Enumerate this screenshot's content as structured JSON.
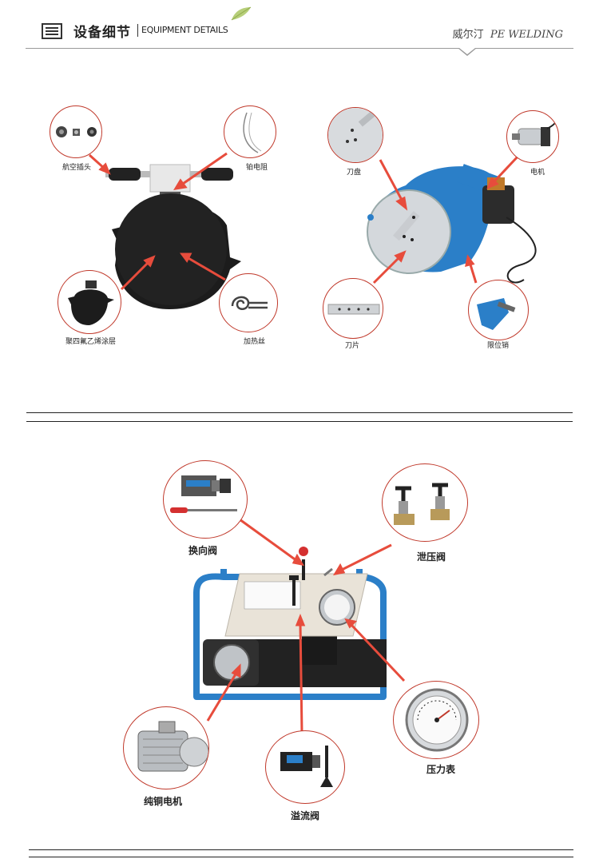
{
  "header": {
    "title_cn": "设备细节",
    "title_en": "EQUIPMENT DETAILS",
    "brand_cn": "威尔汀",
    "brand_en": "PE WELDING"
  },
  "section1": {
    "left_panel": {
      "callouts": [
        "航空插头",
        "铂电阻",
        "聚四氟乙烯涂层",
        "加热丝"
      ]
    },
    "right_panel": {
      "callouts": [
        "刀盘",
        "电机",
        "刀片",
        "限位销"
      ]
    }
  },
  "section2": {
    "callouts": [
      "换向阀",
      "泄压阀",
      "纯铜电机",
      "溢流阀",
      "压力表"
    ]
  },
  "colors": {
    "arrow": "#e74c3c",
    "frame_blue": "#2b7fc8",
    "accent_red": "#c0392b"
  }
}
